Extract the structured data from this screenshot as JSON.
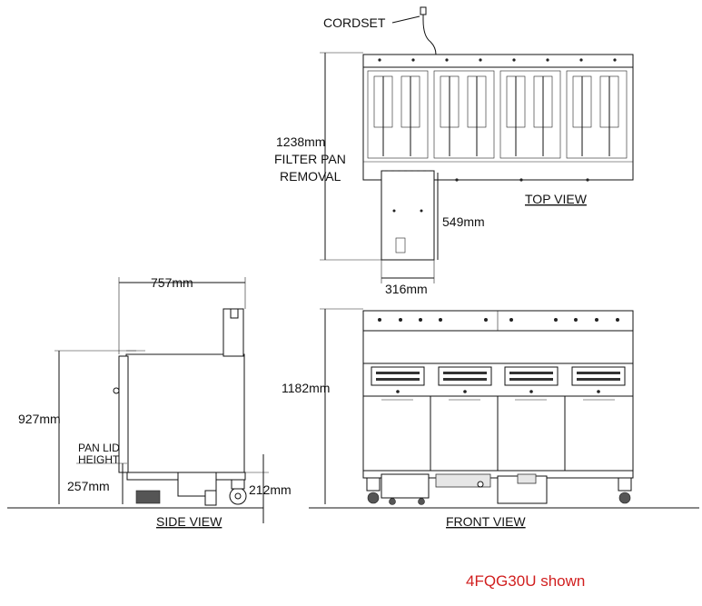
{
  "labels": {
    "cordset": "CORDSET",
    "filter_pan_line1": "1238mm",
    "filter_pan_line2": "FILTER PAN",
    "filter_pan_line3": "REMOVAL",
    "top_view": "TOP VIEW",
    "dim_549": "549mm",
    "dim_316": "316mm",
    "dim_757": "757mm",
    "dim_927": "927mm",
    "pan_lid_line1": "PAN LID",
    "pan_lid_line2": "HEIGHT",
    "dim_257": "257mm",
    "dim_212": "212mm",
    "side_view": "SIDE VIEW",
    "dim_1182": "1182mm",
    "front_view": "FRONT VIEW",
    "model_note": "4FQG30U shown"
  },
  "colors": {
    "line": "#111111",
    "note": "#d11f1f"
  }
}
